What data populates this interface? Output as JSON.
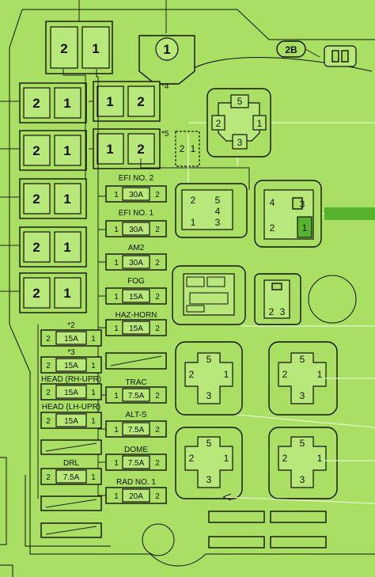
{
  "colors": {
    "background": "#a9df62",
    "line": "#111111",
    "highlight": "#57b32e",
    "wire_light": "#f4fbe8"
  },
  "top_labels": {
    "two_b": "2B",
    "asterisk4": "*4",
    "asterisk5": "*5"
  },
  "relay_pairs": [
    {
      "left": "2",
      "right": "1"
    },
    {
      "left": "2",
      "right": "1"
    },
    {
      "left": "1",
      "right": "2"
    },
    {
      "left": "2",
      "right": "1"
    },
    {
      "left": "1",
      "right": "2"
    },
    {
      "left": "2",
      "right": "1"
    },
    {
      "left": "2",
      "right": "1"
    },
    {
      "left": "2",
      "right": "1"
    }
  ],
  "center_fuses": [
    {
      "name": "EFI NO. 2",
      "left": "1",
      "amp": "30A",
      "right": "2"
    },
    {
      "name": "EFI NO. 1",
      "left": "1",
      "amp": "30A",
      "right": "2"
    },
    {
      "name": "AM2",
      "left": "1",
      "amp": "30A",
      "right": "2"
    },
    {
      "name": "FOG",
      "left": "1",
      "amp": "15A",
      "right": "2"
    },
    {
      "name": "HAZ-HORN",
      "left": "1",
      "amp": "15A",
      "right": "2"
    },
    {
      "name": "TRAC",
      "left": "1",
      "amp": "7.5A",
      "right": "2"
    },
    {
      "name": "ALT-S",
      "left": "1",
      "amp": "7.5A",
      "right": "2"
    },
    {
      "name": "DOME",
      "left": "1",
      "amp": "7.5A",
      "right": "2"
    },
    {
      "name": "RAD NO. 1",
      "left": "1",
      "amp": "20A",
      "right": "2"
    }
  ],
  "left_fuses": [
    {
      "name": "*2",
      "left": "2",
      "amp": "15A",
      "right": "1"
    },
    {
      "name": "*3",
      "left": "2",
      "amp": "15A",
      "right": "1"
    },
    {
      "name": "HEAD (RH-UPR)",
      "left": "2",
      "amp": "15A",
      "right": "1"
    },
    {
      "name": "HEAD (LH-UPR)",
      "left": "2",
      "amp": "15A",
      "right": "1"
    },
    {
      "name": "DRL",
      "left": "2",
      "amp": "7.5A",
      "right": "1"
    }
  ],
  "connectors": {
    "top_round": "1",
    "relay_5pin_a": [
      "5",
      "2",
      "1",
      "3"
    ],
    "relay_4pin": [
      "2",
      "5",
      "4",
      "1",
      "3"
    ],
    "relay_socket": [
      "4",
      "3",
      "2",
      "1"
    ],
    "mini_relay": [
      "2",
      "3"
    ],
    "small_relay_a": [
      "2",
      "1"
    ],
    "cross_relays": [
      {
        "top": "5",
        "left": "2",
        "right": "1",
        "bottom": "3"
      },
      {
        "top": "5",
        "left": "2",
        "right": "1",
        "bottom": "3"
      },
      {
        "top": "5",
        "left": "2",
        "right": "1",
        "bottom": "3"
      },
      {
        "top": "5",
        "left": "2",
        "right": "1",
        "bottom": "3"
      }
    ]
  }
}
